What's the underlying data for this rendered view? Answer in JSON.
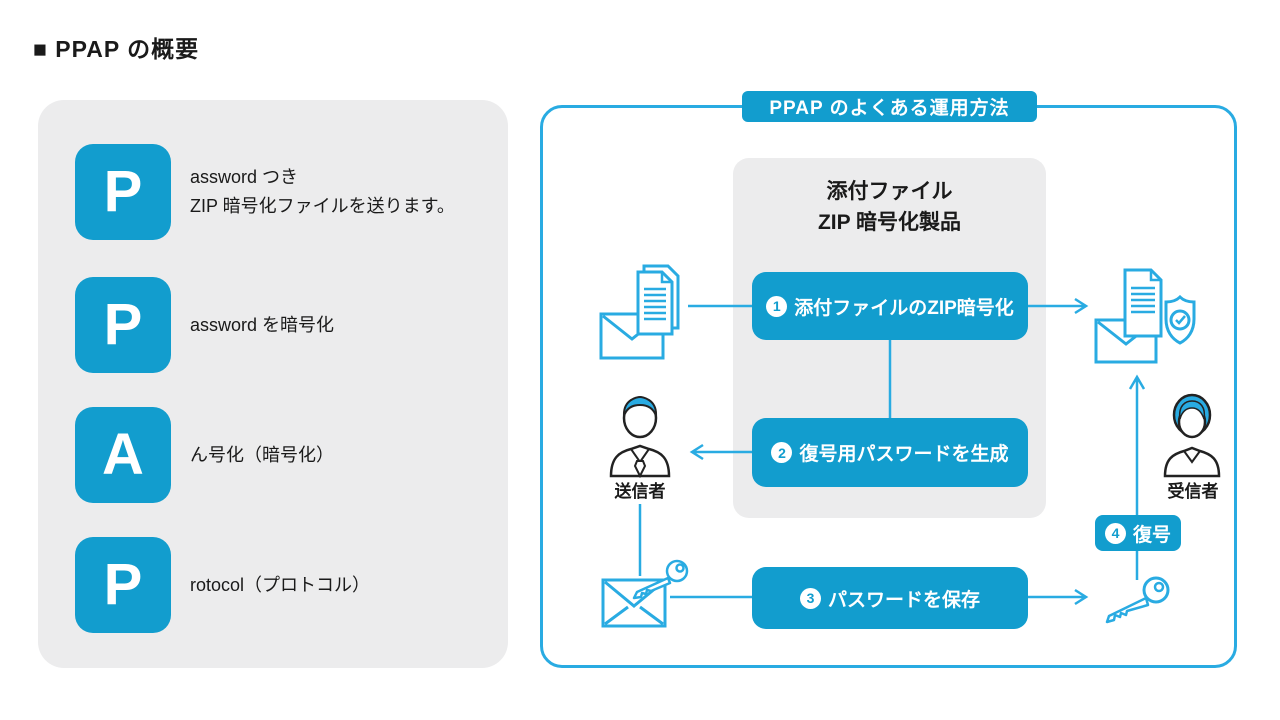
{
  "page_title": "■ PPAP の概要",
  "colors": {
    "primary_blue": "#129DCE",
    "icon_line_blue": "#29ABE2",
    "panel_gray": "#ECECED",
    "text": "#1A1A1A"
  },
  "legend": {
    "items": [
      {
        "letter": "P",
        "lines": [
          "assword つき",
          "ZIP 暗号化ファイルを送ります。"
        ]
      },
      {
        "letter": "P",
        "lines": [
          "assword を暗号化"
        ]
      },
      {
        "letter": "A",
        "lines": [
          "ん号化（暗号化）"
        ]
      },
      {
        "letter": "P",
        "lines": [
          "rotocol（プロトコル）"
        ]
      }
    ]
  },
  "flow": {
    "badge": "PPAP のよくある運用方法",
    "product_box": {
      "line1": "添付ファイル",
      "line2": "ZIP 暗号化製品"
    },
    "steps": [
      {
        "num": "1",
        "label": "添付ファイルのZIP暗号化"
      },
      {
        "num": "2",
        "label": "復号用パスワードを生成"
      },
      {
        "num": "3",
        "label": "パスワードを保存"
      },
      {
        "num": "4",
        "label": "復号"
      }
    ],
    "sender_label": "送信者",
    "receiver_label": "受信者"
  },
  "icons": {
    "top_left": "mail-with-documents-icon",
    "top_right": "mail-documents-shield-check-icon",
    "middle_left": "person-sender-icon",
    "middle_right": "person-receiver-icon",
    "bottom_left": "mail-with-key-icon",
    "bottom_right": "key-icon"
  }
}
